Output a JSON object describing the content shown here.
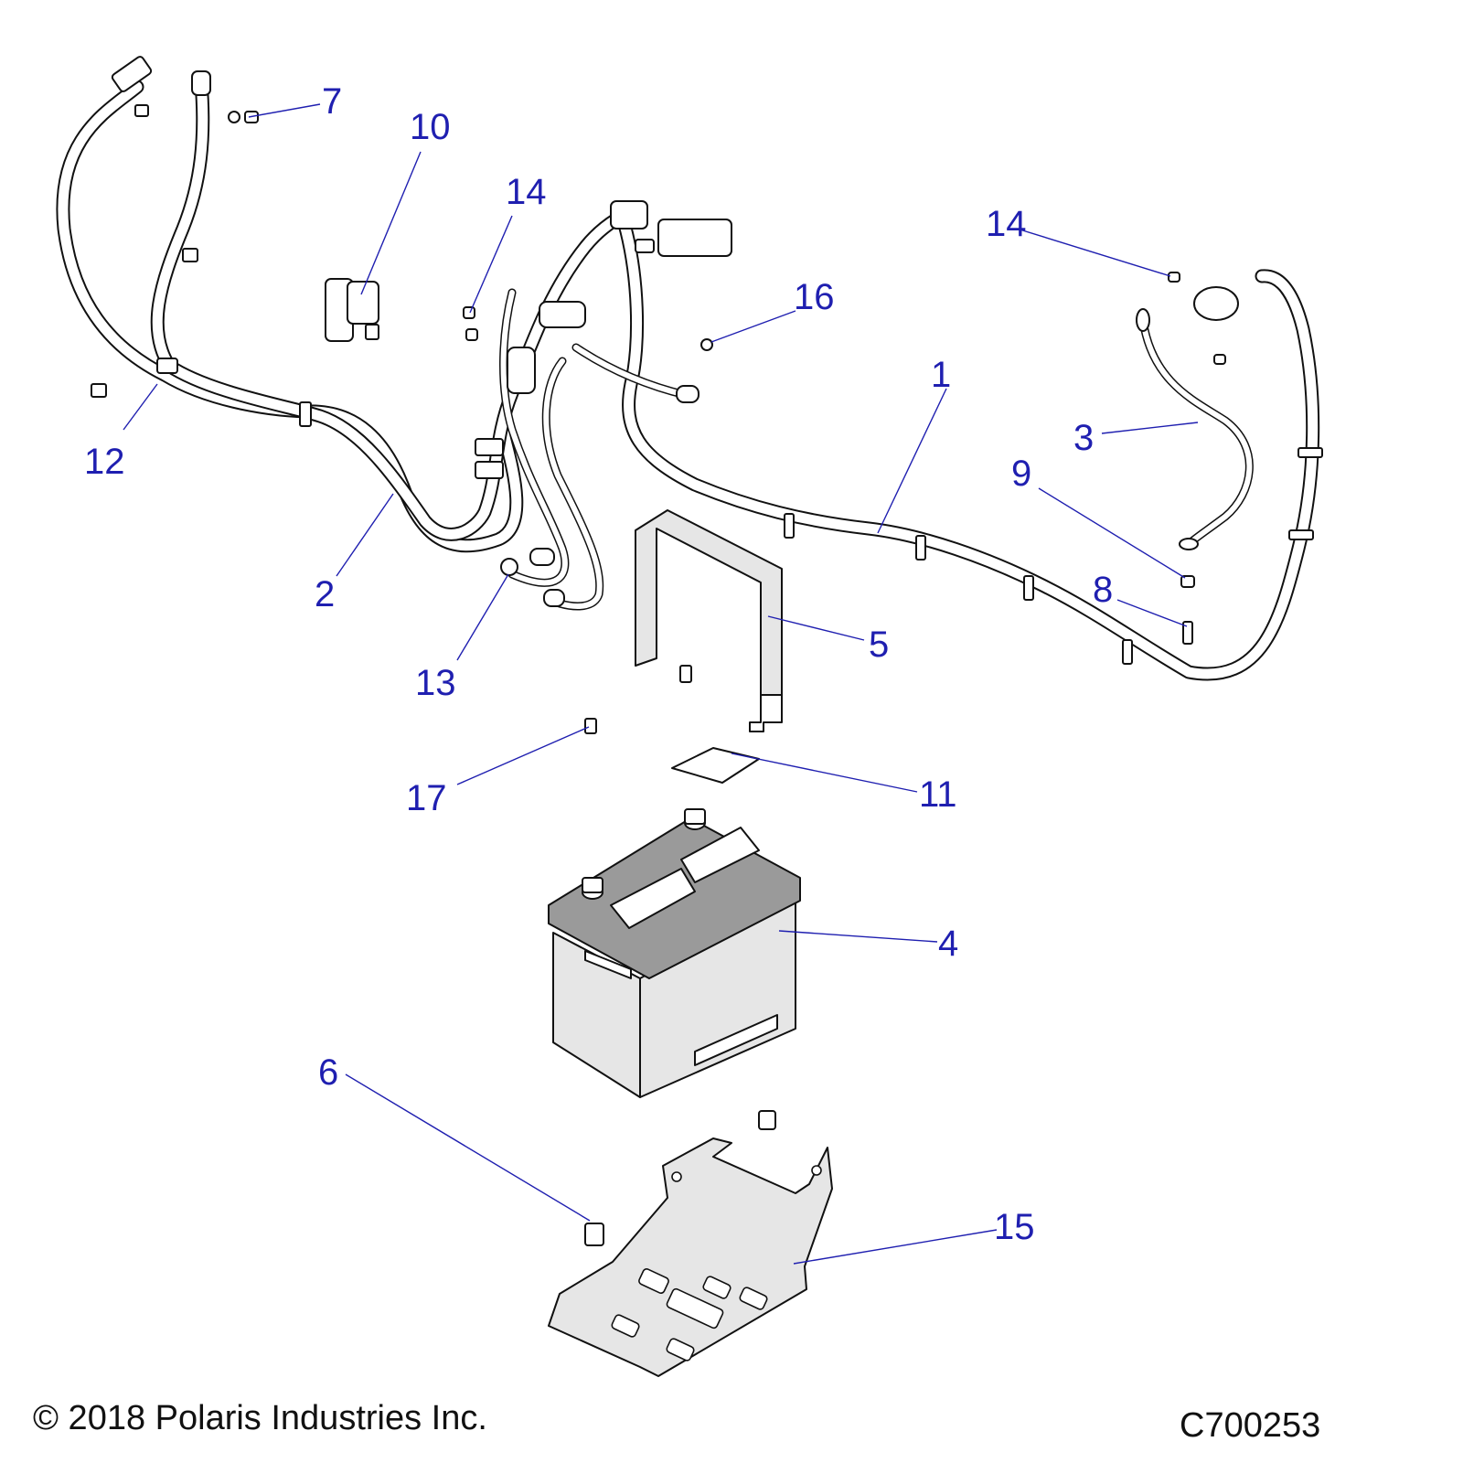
{
  "callouts": [
    {
      "label": "1"
    },
    {
      "label": "2"
    },
    {
      "label": "3"
    },
    {
      "label": "4"
    },
    {
      "label": "5"
    },
    {
      "label": "6"
    },
    {
      "label": "7"
    },
    {
      "label": "8"
    },
    {
      "label": "9"
    },
    {
      "label": "10"
    },
    {
      "label": "11"
    },
    {
      "label": "12"
    },
    {
      "label": "13"
    },
    {
      "label": "14"
    },
    {
      "label": "14"
    },
    {
      "label": "15"
    },
    {
      "label": "16"
    },
    {
      "label": "17"
    }
  ],
  "footer": {
    "copyright": "© 2018 Polaris Industries Inc.",
    "diagram_code": "C700253"
  },
  "colors": {
    "callout": "#1f1fb0",
    "line_art": "#111111",
    "battery_body": "#e6e6e6",
    "battery_lid": "#9a9a9a"
  }
}
